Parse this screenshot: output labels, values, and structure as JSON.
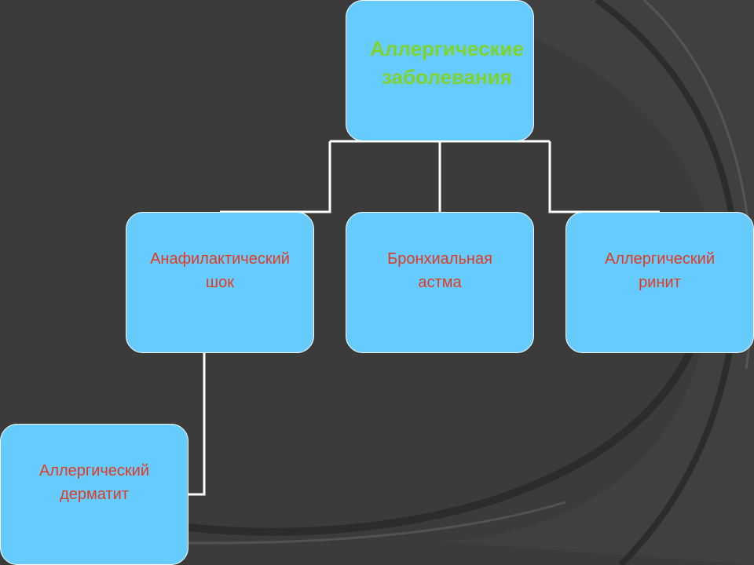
{
  "diagram": {
    "root": {
      "label": "Аллергические\nзаболевания"
    },
    "children": [
      {
        "id": "anaphylactic-shock",
        "label": "Анафилактический\nшок"
      },
      {
        "id": "bronchial-asthma",
        "label": "Бронхиальная\nастма"
      },
      {
        "id": "allergic-rhinitis",
        "label": "Аллергический\nринит"
      }
    ],
    "grandchildren": [
      {
        "id": "allergic-dermatitis",
        "parent": "anaphylactic-shock",
        "label": "Аллергический\nдерматит"
      }
    ]
  },
  "colors": {
    "background": "#3b3b3b",
    "node_fill": "#66ccff",
    "root_text": "#7fd32a",
    "child_text": "#e23a1e",
    "connector": "#ffffff"
  }
}
